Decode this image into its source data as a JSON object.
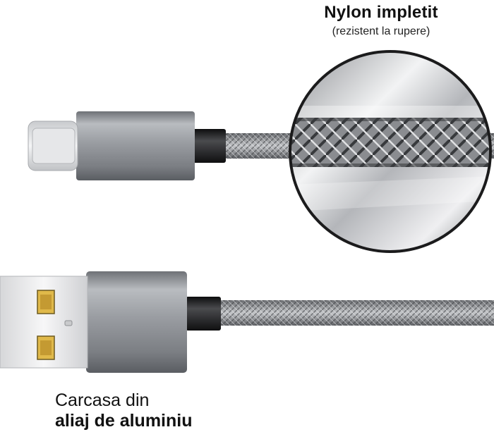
{
  "callout_top": {
    "title": "Nylon impletit",
    "subtitle": "(rezistent la rupere)"
  },
  "callout_bottom": {
    "line1": "Carcasa din",
    "line2": "aliaj de aluminiu"
  },
  "colors": {
    "background": "#ffffff",
    "aluminium_housing": "#8e9196",
    "cable_braid": "#9a9ca0",
    "connector_collar": "#1d1d1f",
    "usb_contacts": "#b89a3a"
  },
  "icons": {
    "top_connector": "usb-type-c-plug",
    "bottom_connector": "usb-type-a-plug",
    "magnifier": "braided-nylon-zoom-lens"
  }
}
